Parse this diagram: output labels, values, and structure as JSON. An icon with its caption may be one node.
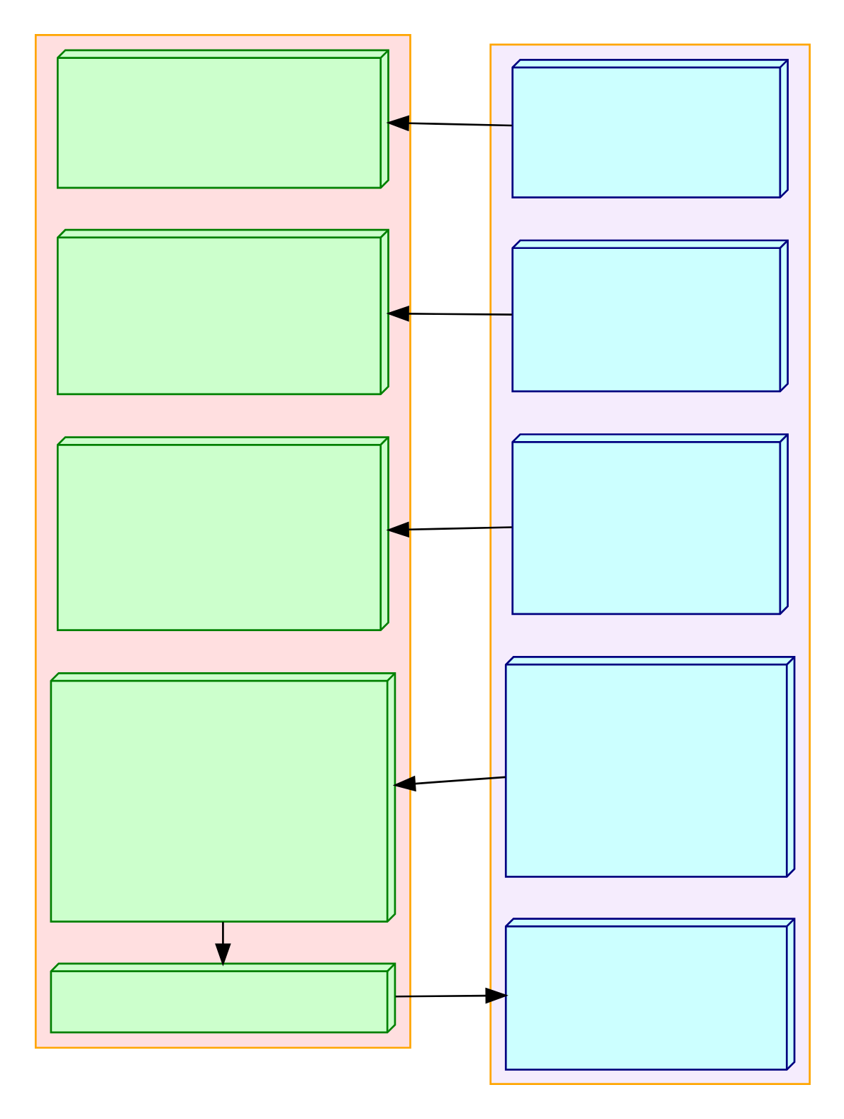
{
  "diagram": {
    "nodes": [
      {
        "text": [],
        "shape": "box"
      },
      {
        "text": [],
        "shape": "box",
        "in": 0
      },
      {
        "text": [],
        "shape": "box",
        "in": 0
      },
      {
        "text": [],
        "shape": "box",
        "in": 0
      },
      {
        "text": [],
        "shape": "box",
        "in": 0
      },
      {
        "text": [],
        "shape": "box",
        "in": 0
      },
      {
        "text": [],
        "shape": "box"
      },
      {
        "text": [],
        "shape": "box",
        "in": 6
      },
      {
        "text": [],
        "shape": "box",
        "in": 6
      },
      {
        "text": [],
        "shape": "box",
        "in": 6
      },
      {
        "text": [],
        "shape": "box",
        "in": 6
      },
      {
        "text": [],
        "shape": "box",
        "in": 6
      }
    ],
    "edges": [
      {
        "from": 7,
        "to": 1,
        "arrow": "to"
      },
      {
        "from": 8,
        "to": 2,
        "arrow": "to"
      },
      {
        "from": 9,
        "to": 3,
        "arrow": "to"
      },
      {
        "from": 10,
        "to": 4,
        "arrow": "to"
      },
      {
        "from": 4,
        "to": 5,
        "arrow": "to"
      },
      {
        "from": 5,
        "to": 11,
        "arrow": "to"
      }
    ]
  }
}
